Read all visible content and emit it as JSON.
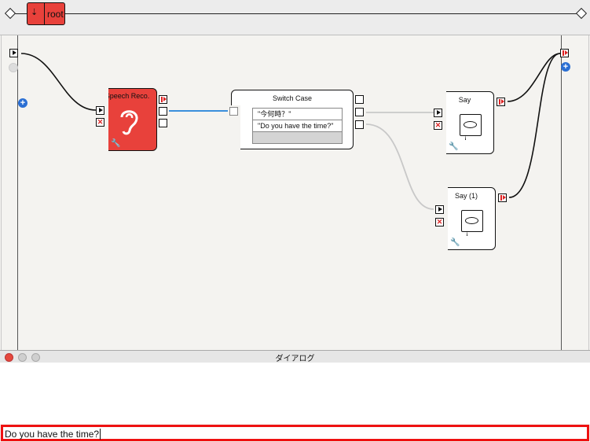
{
  "toolbar": {
    "root_label": "root",
    "down_arrow": "⇣"
  },
  "nodes": {
    "speech": {
      "title": "Speech Reco.",
      "icon": "ear-icon",
      "color": "#e8413b"
    },
    "switch": {
      "title": "Switch Case",
      "cases": [
        "\"今何時？\"",
        "\"Do you have the time?\"",
        ""
      ]
    },
    "say1": {
      "title": "Say",
      "icon": "speech-bubble-mouth-icon"
    },
    "say2": {
      "title": "Say (1)",
      "icon": "speech-bubble-mouth-icon"
    }
  },
  "dialog": {
    "title": "ダイアログ",
    "input_value": "Do you have the time?"
  },
  "colors": {
    "accent": "#e8413b",
    "selected_wire": "#3a8fdc",
    "dialog_border": "#e11"
  }
}
